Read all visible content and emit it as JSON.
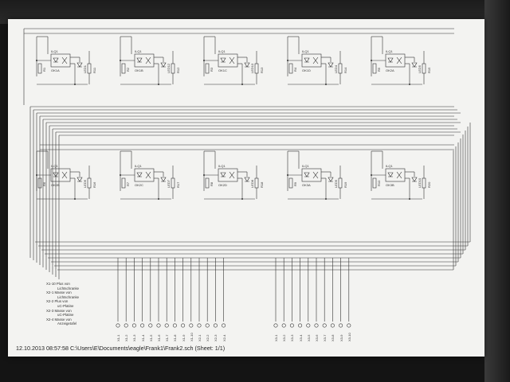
{
  "photo": {
    "background_color": "#141414",
    "paper_color": "#f3f3f1",
    "ink_color": "#333333"
  },
  "schematic": {
    "channels_top": [
      {
        "opto_ref": "ILQ1",
        "opto_id": "OK1A",
        "r_led": "R1",
        "r_ind": "R11",
        "led": "LED1"
      },
      {
        "opto_ref": "ILQ1",
        "opto_id": "OK1B",
        "r_led": "R2",
        "r_ind": "R12",
        "led": "LED12"
      },
      {
        "opto_ref": "ILQ1",
        "opto_id": "OK1C",
        "r_led": "R3",
        "r_ind": "R13",
        "led": "LED13"
      },
      {
        "opto_ref": "ILQ1",
        "opto_id": "OK1D",
        "r_led": "R4",
        "r_ind": "R14",
        "led": "LED4"
      },
      {
        "opto_ref": "ILQ1",
        "opto_id": "OK2A",
        "r_led": "R5",
        "r_ind": "R15",
        "led": "LED5"
      }
    ],
    "channels_bottom": [
      {
        "opto_ref": "ILQ1",
        "opto_id": "OK2B",
        "r_led": "R6",
        "r_ind": "R16",
        "led": "LED6"
      },
      {
        "opto_ref": "ILQ1",
        "opto_id": "OK2C",
        "r_led": "R7",
        "r_ind": "R17",
        "led": "LED7"
      },
      {
        "opto_ref": "ILQ1",
        "opto_id": "OK2D",
        "r_led": "R8",
        "r_ind": "R18",
        "led": "LED8"
      },
      {
        "opto_ref": "ILQ1",
        "opto_id": "OK3A",
        "r_led": "R9",
        "r_ind": "R19",
        "led": "LED9"
      },
      {
        "opto_ref": "ILQ1",
        "opto_id": "OK3B",
        "r_led": "R10",
        "r_ind": "R20",
        "led": "LED10"
      }
    ],
    "connectors_left": [
      "X1-1",
      "X1-2",
      "X1-3",
      "X1-4",
      "X1-5",
      "X1-6",
      "X1-7",
      "X1-8",
      "X1-9",
      "X1-10",
      "X2-1",
      "X2-2",
      "X2-3",
      "X2-4"
    ],
    "connectors_right": [
      "X3-1",
      "X3-2",
      "X3-3",
      "X3-4",
      "X3-5",
      "X3-6",
      "X3-7",
      "X3-8",
      "X3-9",
      "X3-10"
    ]
  },
  "legend": [
    {
      "line1": "X1-10 Plus von",
      "line2": "Lichtschranke"
    },
    {
      "line1": "X2-1 Masse von",
      "line2": "Lichtschranke"
    },
    {
      "line1": "X2-2 Plus von",
      "line2": "uC-Platine"
    },
    {
      "line1": "X2-3 Masse von",
      "line2": "uC-Platine"
    },
    {
      "line1": "X2-4 Masse von",
      "line2": "Anzeigetafel"
    }
  ],
  "footer": "12.10.2013 08:57:58  C:\\Users\\E\\Documents\\eagle\\Frank1\\Frank2.sch  (Sheet: 1/1)"
}
